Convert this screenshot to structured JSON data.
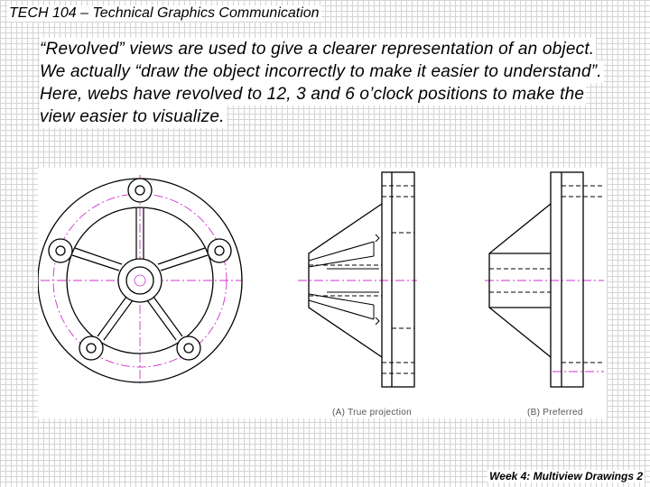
{
  "header": {
    "title": "TECH 104 – Technical Graphics Communication"
  },
  "content": {
    "lines": [
      "“Revolved” views are used to give a clearer representation of an object.",
      "We actually “draw the object incorrectly to make it easier to understand”.",
      "Here, webs have revolved to 12, 3 and 6 o’clock positions to make the",
      "view easier to visualize."
    ]
  },
  "figure": {
    "caption_a": "(A) True projection",
    "caption_b": "(B) Preferred"
  },
  "footer": {
    "label": "Week 4: Multiview Drawings 2"
  },
  "colors": {
    "line": "#000000",
    "centerline": "#cc33cc",
    "caption": "#555555"
  }
}
